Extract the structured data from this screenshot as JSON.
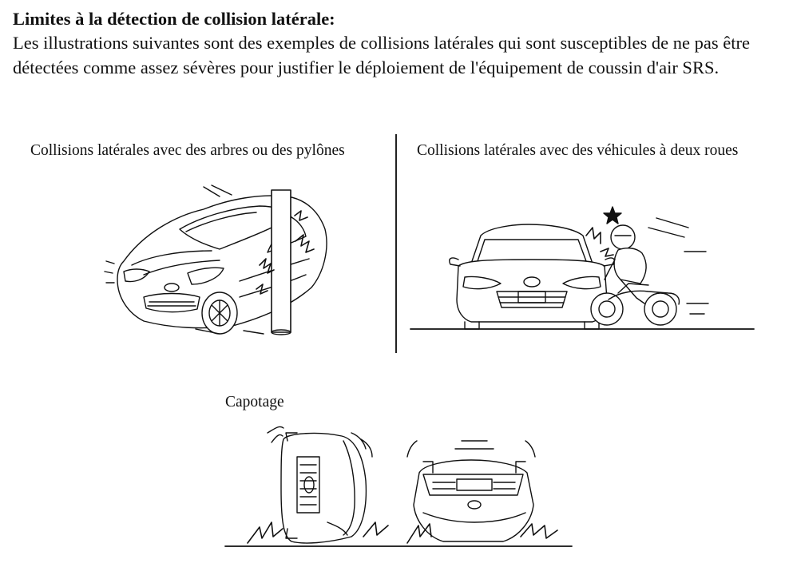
{
  "section": {
    "title": "Limites à la détection de collision latérale:",
    "intro": "Les illustrations suivantes sont des exemples de collisions latérales qui sont susceptibles de ne pas être détectées comme assez sévères pour justifier le déploiement de l'équipement de coussin d'air SRS."
  },
  "figures": {
    "trees_poles": {
      "caption": "Collisions latérales avec des arbres ou des pylônes",
      "icon": "car-hitting-pole-illustration"
    },
    "two_wheelers": {
      "caption": "Collisions latérales avec des véhicules à deux roues",
      "icon": "car-hitting-motorcycle-illustration"
    },
    "rollover": {
      "caption": "Capotage",
      "icon": "car-rollover-illustration"
    }
  }
}
